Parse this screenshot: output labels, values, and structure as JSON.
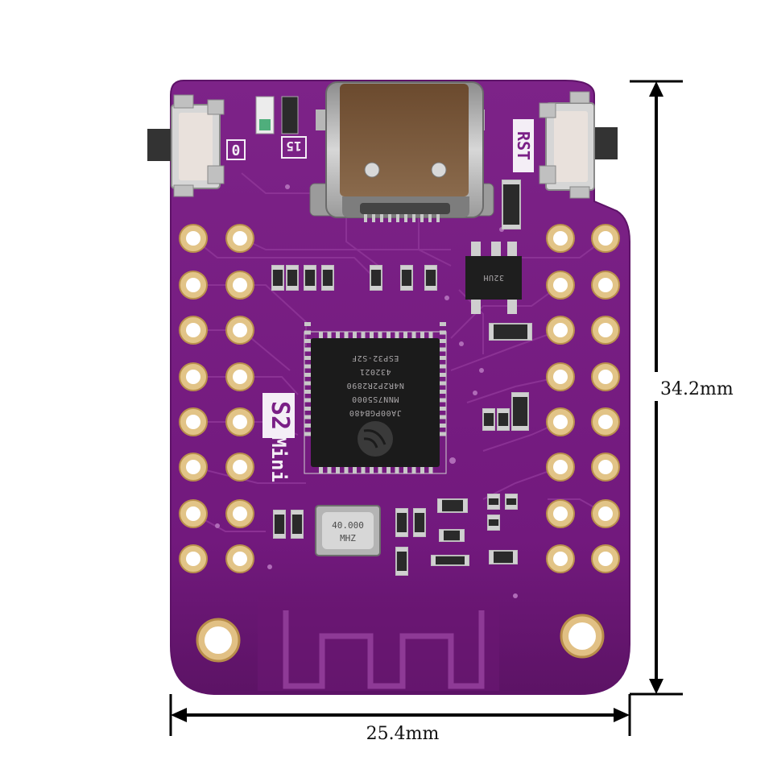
{
  "dimensions": {
    "height_label": "34.2mm",
    "width_label": "25.4mm"
  },
  "board": {
    "model_silk_main": "S2",
    "model_silk_sub": "Mini",
    "button_left_label": "0",
    "button_right_label": "RST",
    "led_label": "15",
    "soldermask_color": "#7a1f86",
    "pad_color": "#d9b272"
  },
  "chip": {
    "lines": [
      "JA00PGB480",
      "MNN7S5000",
      "N4R2P2R2890",
      "432021",
      "ESP32-S2F"
    ]
  },
  "crystal": {
    "freq": "40.000",
    "unit": "MHZ"
  },
  "regulator": {
    "marking": "32UH"
  }
}
